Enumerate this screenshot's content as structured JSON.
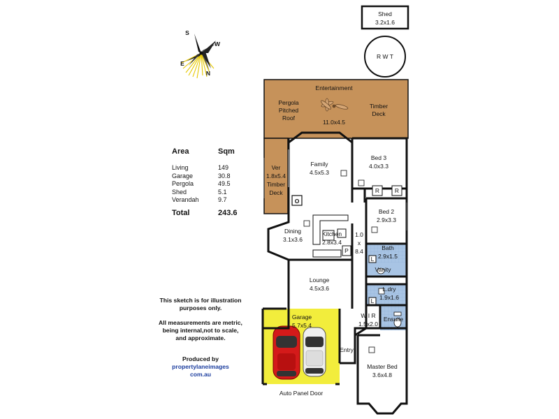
{
  "area_table": {
    "header_label": "Area",
    "header_unit": "Sqm",
    "rows": [
      {
        "label": "Living",
        "value": "149"
      },
      {
        "label": "Garage",
        "value": "30.8"
      },
      {
        "label": "Pergola",
        "value": "49.5"
      },
      {
        "label": "Shed",
        "value": "5.1"
      },
      {
        "label": "Verandah",
        "value": "9.7"
      }
    ],
    "total_label": "Total",
    "total_value": "243.6"
  },
  "disclaimer": {
    "line1": "This sketch is for illustration",
    "line2": "purposes only.",
    "line3": "All measurements are metric,",
    "line4": "being internal,not to scale,",
    "line5": "and approximate."
  },
  "credits": {
    "line1": "Produced by",
    "line2": "propertylaneimages",
    "line3": "com.au"
  },
  "compass": {
    "s": "S",
    "w": "W",
    "e": "E",
    "n": "N"
  },
  "rooms": {
    "shed_name": "Shed",
    "shed_size": "3.2x1.6",
    "rwt": "R W T",
    "entertainment": "Entertainment",
    "pergola_1": "Pergola",
    "pergola_2": "Pitched",
    "pergola_3": "Roof",
    "pergola_size": "11.0x4.5",
    "timber_1": "Timber",
    "timber_2": "Deck",
    "ver_1": "Ver",
    "ver_2": "1.8x5.4",
    "ver_3": "Timber",
    "ver_4": "Deck",
    "family_name": "Family",
    "family_size": "4.5x5.3",
    "bed3_name": "Bed 3",
    "bed3_size": "4.0x3.3",
    "robe1": "R",
    "robe2": "R",
    "bed2_name": "Bed 2",
    "bed2_size": "2.9x3.3",
    "oven": "O",
    "dining_name": "Dining",
    "dining_size": "3.1x3.6",
    "kitchen_name": "Kitchen",
    "kitchen_size": "2.8x3.4",
    "pantry": "P",
    "hall_1": "1.0",
    "hall_2": "x",
    "hall_3": "8.4",
    "bath_name": "Bath",
    "bath_size": "2.9x1.5",
    "linen1": "L",
    "vanity": "Vanity",
    "ldry_name": "L.dry",
    "ldry_size": "1.9x1.6",
    "linen2": "L",
    "lounge_name": "Lounge",
    "lounge_size": "4.5x3.6",
    "garage_name": "Garage",
    "garage_size": "5.7x5.4",
    "wir_name": "W I R",
    "wir_size": "1.5x2.0",
    "ensuite": "Ensuite",
    "entry": "Entry",
    "master_name": "Master Bed",
    "master_size": "3.6x4.8",
    "auto_door": "Auto Panel Door"
  },
  "colors": {
    "deck": "#c6925a",
    "garage": "#f2ed3c",
    "wet": "#a8c4e4",
    "wall": "#111111",
    "credit": "#1b3d9e"
  }
}
